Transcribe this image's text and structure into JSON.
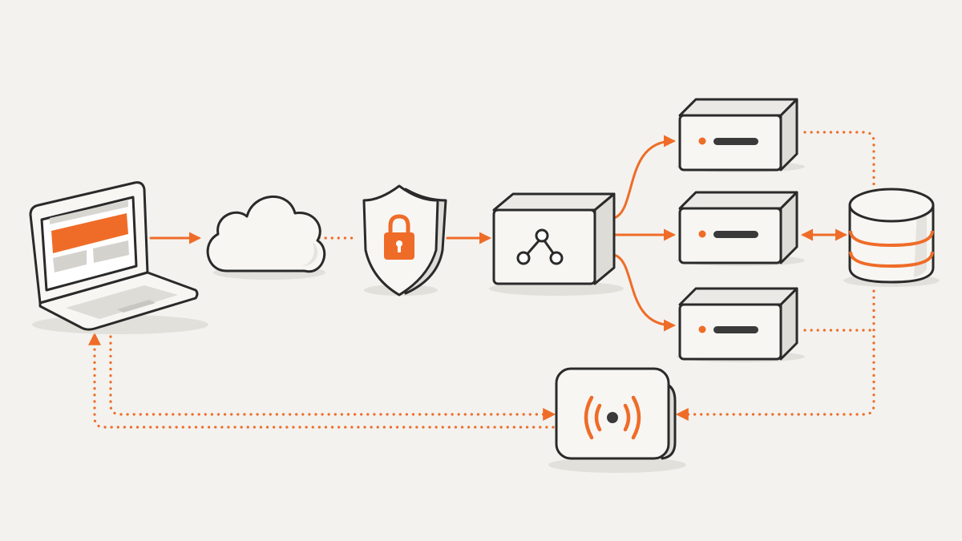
{
  "diagram": {
    "type": "network-architecture",
    "nodes": [
      {
        "id": "client",
        "icon": "laptop-icon"
      },
      {
        "id": "internet",
        "icon": "cloud-icon"
      },
      {
        "id": "firewall",
        "icon": "shield-lock-icon"
      },
      {
        "id": "load_balancer",
        "icon": "load-balancer-icon"
      },
      {
        "id": "server_1",
        "icon": "server-icon"
      },
      {
        "id": "server_2",
        "icon": "server-icon"
      },
      {
        "id": "server_3",
        "icon": "server-icon"
      },
      {
        "id": "database",
        "icon": "database-icon"
      },
      {
        "id": "notifier",
        "icon": "broadcast-icon"
      }
    ],
    "edges": [
      {
        "from": "client",
        "to": "internet",
        "style": "solid",
        "arrow": "forward"
      },
      {
        "from": "internet",
        "to": "firewall",
        "style": "dotted",
        "arrow": "none"
      },
      {
        "from": "firewall",
        "to": "load_balancer",
        "style": "solid",
        "arrow": "forward"
      },
      {
        "from": "load_balancer",
        "to": "server_1",
        "style": "solid",
        "arrow": "forward"
      },
      {
        "from": "load_balancer",
        "to": "server_2",
        "style": "solid",
        "arrow": "forward"
      },
      {
        "from": "load_balancer",
        "to": "server_3",
        "style": "solid",
        "arrow": "forward"
      },
      {
        "from": "server_2",
        "to": "database",
        "style": "solid",
        "arrow": "both"
      },
      {
        "from": "server_1",
        "to": "database",
        "style": "dotted",
        "arrow": "none"
      },
      {
        "from": "server_3",
        "to": "database",
        "style": "dotted",
        "arrow": "none"
      },
      {
        "from": "database",
        "to": "notifier",
        "style": "dotted",
        "arrow": "forward"
      },
      {
        "from": "client",
        "to": "notifier",
        "style": "dotted",
        "arrow": "forward"
      },
      {
        "from": "notifier",
        "to": "client",
        "style": "dotted",
        "arrow": "forward"
      }
    ]
  },
  "colors": {
    "accent": "#ef6c28",
    "outline": "#2a2a2a",
    "background": "#f3f2ee",
    "fill_light": "#f7f6f3",
    "fill_shade": "#dedcd7"
  }
}
